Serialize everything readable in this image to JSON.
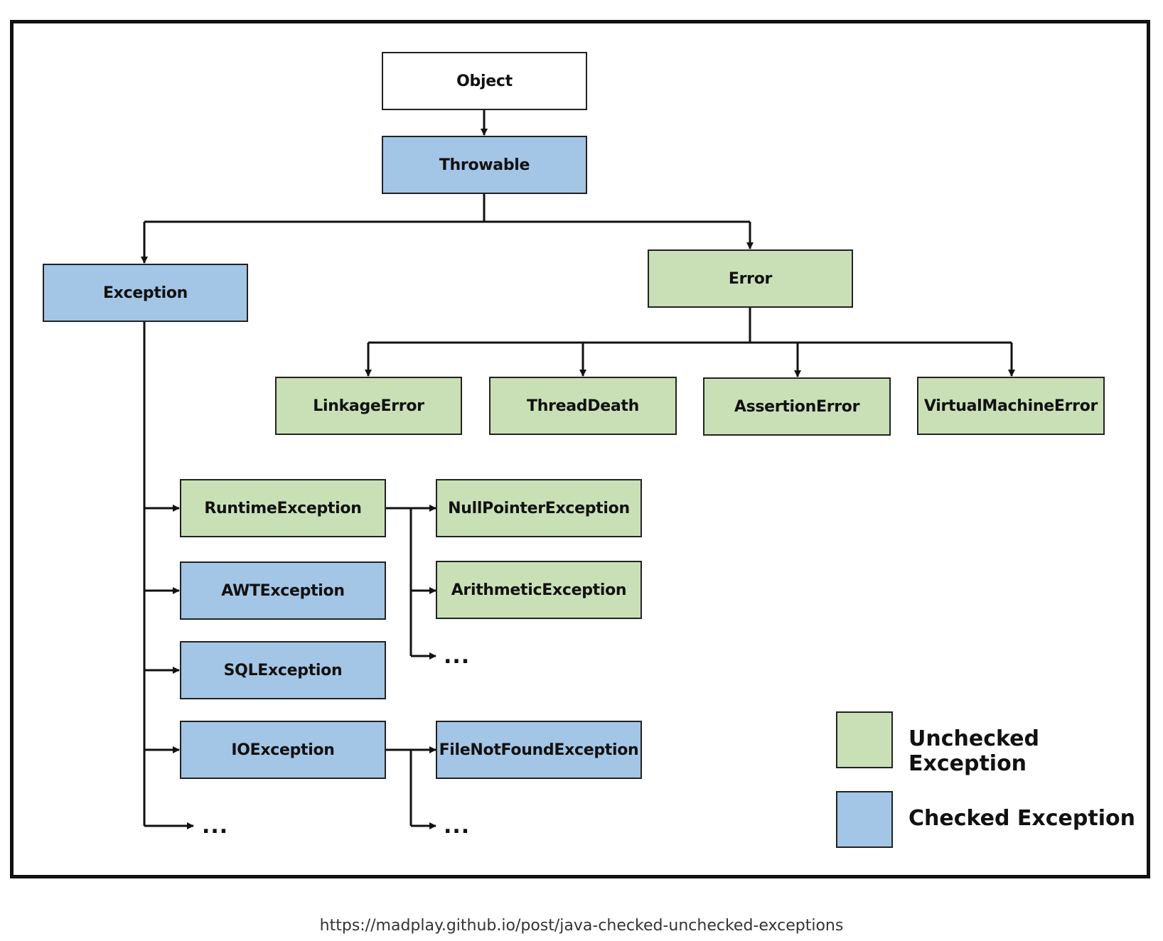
{
  "colors": {
    "unchecked": "#c9e0b6",
    "checked": "#a3c5e6",
    "root": "#ffffff",
    "line": "#111111"
  },
  "nodes": {
    "object": {
      "label": "Object",
      "kind": "root"
    },
    "throwable": {
      "label": "Throwable",
      "kind": "checked"
    },
    "exception": {
      "label": "Exception",
      "kind": "checked"
    },
    "error": {
      "label": "Error",
      "kind": "unchecked"
    },
    "linkage_error": {
      "label": "LinkageError",
      "kind": "unchecked"
    },
    "thread_death": {
      "label": "ThreadDeath",
      "kind": "unchecked"
    },
    "assertion_error": {
      "label": "AssertionError",
      "kind": "unchecked"
    },
    "virtual_machine_error": {
      "label": "VirtualMachineError",
      "kind": "unchecked"
    },
    "runtime_exception": {
      "label": "RuntimeException",
      "kind": "unchecked"
    },
    "null_pointer_exception": {
      "label": "NullPointerException",
      "kind": "unchecked"
    },
    "awt_exception": {
      "label": "AWTException",
      "kind": "checked"
    },
    "arithmetic_exception": {
      "label": "ArithmeticException",
      "kind": "unchecked"
    },
    "sql_exception": {
      "label": "SQLException",
      "kind": "checked"
    },
    "io_exception": {
      "label": "IOException",
      "kind": "checked"
    },
    "file_not_found_exception": {
      "label": "FileNotFoundException",
      "kind": "checked"
    }
  },
  "ellipsis": "...",
  "legend": {
    "unchecked_label": "Unchecked Exception",
    "checked_label": "Checked Exception"
  },
  "caption": "https://madplay.github.io/post/java-checked-unchecked-exceptions"
}
